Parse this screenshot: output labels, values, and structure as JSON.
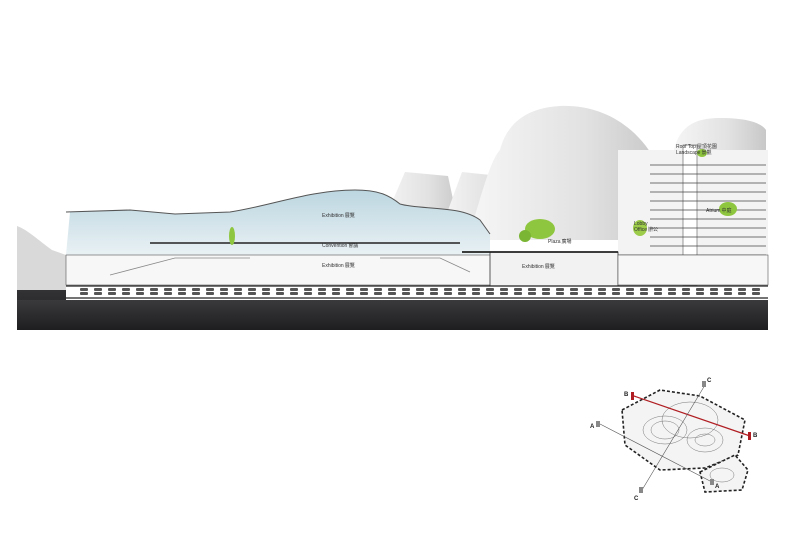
{
  "section": {
    "labels": {
      "exhibition_upper": {
        "en": "Exhibition",
        "cn": "展覽"
      },
      "convention": {
        "en": "Convention",
        "cn": "會議"
      },
      "exhibition_lower": {
        "en": "Exhibition",
        "cn": "展覽"
      },
      "exhibition_right": {
        "en": "Exhibition",
        "cn": "展覽"
      },
      "plaza": {
        "en": "Plaza",
        "cn": "廣場"
      },
      "roof_top": {
        "en": "Roof Top",
        "cn": "屋頂花園"
      },
      "landscape": {
        "en": "Landscape",
        "cn": "景觀"
      },
      "lobby": {
        "en": "Lobby",
        "cn": ""
      },
      "office": {
        "en": "Office",
        "cn": "辦公"
      },
      "atrium": {
        "en": "Atrium",
        "cn": "中庭"
      }
    }
  },
  "key_plan": {
    "markers": {
      "b_left": "B",
      "b_right": "B",
      "c_top": "C",
      "c_bottom": "C",
      "a_left": "A",
      "a_right": "A"
    },
    "colors": {
      "section_line": "#b01e23",
      "outline": "#222222"
    }
  },
  "colors": {
    "sky_glass": "#c9dee6",
    "ground": "#2a2a2c",
    "shell": "#eeeeee"
  }
}
